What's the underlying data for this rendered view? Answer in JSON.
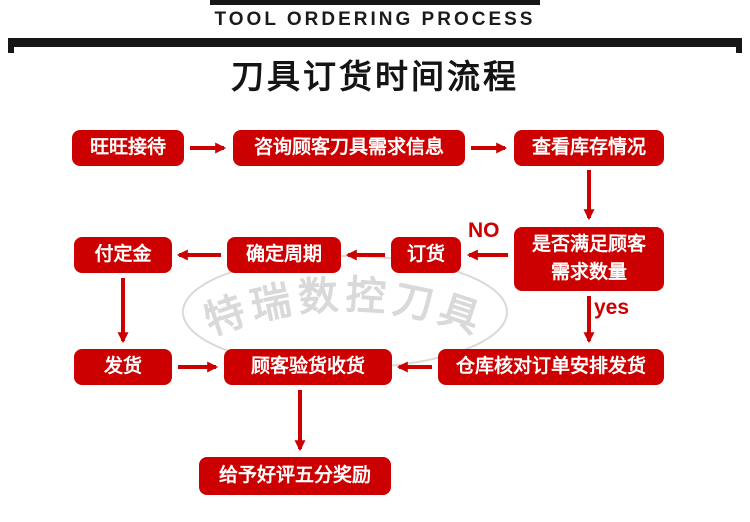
{
  "header": {
    "title": "TOOL ORDERING PROCESS"
  },
  "page_title": "刀具订货时间流程",
  "watermark": "特瑞数控刀具",
  "flow": {
    "reception": "旺旺接待",
    "inquiry": "咨询顾客刀具需求信息",
    "check_stock": "查看库存情况",
    "stock_question_line1": "是否满足顾客",
    "stock_question_line2": "需求数量",
    "order": "订货",
    "confirm_cycle": "确定周期",
    "deposit": "付定金",
    "ship": "发货",
    "inspect_receive": "顾客验货收货",
    "warehouse_ship": "仓库核对订单安排发货",
    "praise_reward": "给予好评五分奖励"
  },
  "branch_labels": {
    "no": "NO",
    "yes": "yes"
  },
  "colors": {
    "box_red": "#cc0000",
    "arrow_red": "#cc0000",
    "watermark_gray": "#d9d9d9"
  }
}
